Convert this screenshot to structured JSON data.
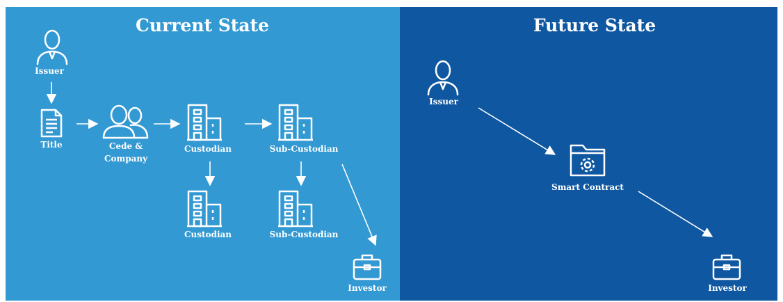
{
  "current": {
    "title": "Current State",
    "issuer": "Issuer",
    "title_doc": "Title",
    "cede_line1": "Cede &",
    "cede_line2": "Company",
    "custodian_top": "Custodian",
    "subcustodian_top": "Sub-Custodian",
    "custodian_bottom": "Custodian",
    "subcustodian_bottom": "Sub-Custodian",
    "investor": "Investor"
  },
  "future": {
    "title": "Future State",
    "issuer": "Issuer",
    "smart_contract": "Smart Contract",
    "investor": "Investor"
  },
  "colors": {
    "current_bg": "#3399d3",
    "future_bg": "#0f57a0",
    "foreground": "#ffffff"
  },
  "icons": [
    "person-icon",
    "document-icon",
    "people-icon",
    "building-icon",
    "briefcase-icon",
    "folder-gear-icon"
  ]
}
